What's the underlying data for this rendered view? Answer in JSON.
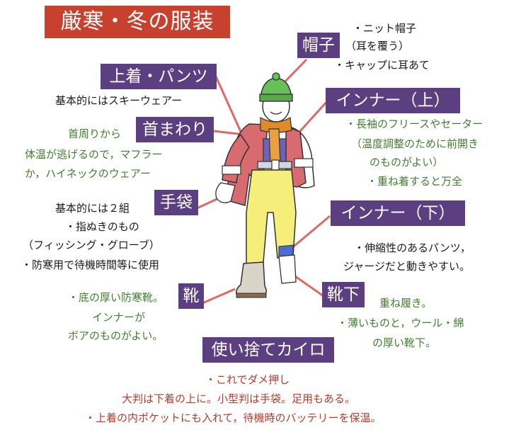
{
  "title": "厳寒・冬の服装",
  "colors": {
    "title_bg": "#c8412f",
    "tag_bg": "#5b3f80",
    "connector": "#e24b4b",
    "text_black": "#1a1a1a",
    "text_green": "#3f7f2f",
    "text_red": "#c0392b"
  },
  "items": {
    "hat": {
      "label": "帽子",
      "notes": [
        "・ニット帽子",
        "（耳を覆う）",
        "・キャップに耳あて"
      ]
    },
    "jacket": {
      "label": "上着・パンツ",
      "notes": [
        "基本的にはスキーウェアー"
      ]
    },
    "neck": {
      "label": "首まわり",
      "notes": [
        "首周りから",
        "体温が逃げるので，マフラー",
        "か，ハイネックのウェアー"
      ]
    },
    "inner_top": {
      "label": "インナー（上）",
      "notes": [
        "・長袖のフリースやセーター",
        "（温度調整のために前開き",
        "のものがよい）",
        "・重ね着すると万全"
      ]
    },
    "gloves": {
      "label": "手袋",
      "notes": [
        "基本的には２組",
        "・指ぬきのもの",
        "（フィッシング・グローブ）",
        "・防寒用で待機時間等に使用"
      ]
    },
    "inner_bottom": {
      "label": "インナー（下）",
      "notes": [
        "・伸縮性のあるパンツ，",
        "ジャージだと動きやすい。"
      ]
    },
    "boots": {
      "label": "靴",
      "notes": [
        "・底の厚い防寒靴。",
        "インナーが",
        "ボアのものがよい。"
      ]
    },
    "socks": {
      "label": "靴下",
      "notes": [
        "重ね履き。",
        "・薄いものと，ウール・綿",
        "の厚い靴下。"
      ]
    },
    "warmer": {
      "label": "使い捨てカイロ",
      "notes": [
        "・これでダメ押し",
        "大判は下着の上に。小型判は手袋。足用もある。",
        "・上着の内ポケットにも入れて，待機時のバッテリーを保温。"
      ]
    }
  }
}
